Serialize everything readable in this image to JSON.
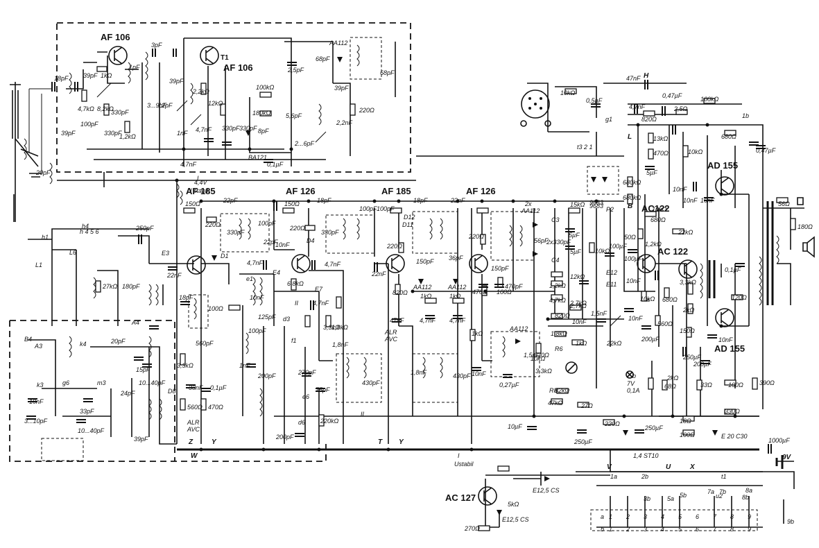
{
  "transistors": [
    "AF 106",
    "T1",
    "AF 106",
    "AF 185",
    "AF 126",
    "AF 185",
    "AF 126",
    "AC122",
    "AC 122",
    "AD 155",
    "AD 155",
    "AC 127"
  ],
  "diodes": [
    "AA112",
    "BA121",
    "D1",
    "D12",
    "AA112",
    "AA112",
    "2x",
    "AA112",
    "AA112",
    "9683",
    "E12,5 CS",
    "E12,5 CS",
    "E 20 C30",
    "1,4 ST10",
    "7V",
    "0,1A",
    "D8",
    "D4",
    "D11"
  ],
  "resistors": [
    "1kΩ",
    "4,7kΩ",
    "8,2kΩ",
    "1,2kΩ",
    "2,2kΩ",
    "12kΩ",
    "100kΩ",
    "180kΩ",
    "220Ω",
    "10kΩ",
    "150Ω",
    "220Ω",
    "150Ω",
    "220Ω",
    "220Ω",
    "220Ω",
    "27kΩ",
    "100Ω",
    "6,8kΩ",
    "3,3kΩ",
    "1,8kΩ",
    "3,3kΩ",
    "560Ω",
    "470Ω",
    "1kΩ",
    "1kΩ",
    "1kΩ",
    "820Ω",
    "470Ω",
    "100Ω",
    "10kΩ",
    "15kΩ",
    "12kΩ",
    "1,2kΩ",
    "4,7kΩ",
    "2,7kΩ",
    "820Ω",
    "1,8kΩ",
    "1kΩ",
    "10kΩ",
    "3,3kΩ",
    "82kΩ",
    "47kΩ",
    "27Ω",
    "220Ω",
    "330Ω",
    "10kΩ",
    "100kΩ",
    "820Ω",
    "2,5Ω",
    "680Ω",
    "13kΩ",
    "470Ω",
    "10kΩ",
    "680kΩ",
    "680kΩ",
    "680Ω",
    "1,2kΩ",
    "22kΩ",
    "50Ω",
    "10kΩ",
    "3,3kΩ",
    "2kΩ",
    "680Ω",
    "560Ω",
    "150Ω",
    "33Ω",
    "68Ω",
    "100Ω",
    "18Ω",
    "100Ω",
    "390Ω",
    "330Ω",
    "56Ω",
    "180Ω",
    "120Ω",
    "2kΩ",
    "22kΩ",
    "2,7kΩ",
    "270Ω",
    "5kΩ",
    "220kΩ"
  ],
  "capacitors": [
    "18pF",
    "39pF",
    "100pF",
    "39pF",
    "330pF",
    "330pF",
    "1pF",
    "3pF",
    "3...9pF",
    "12pF",
    "39pF",
    "1nF",
    "4,7nF",
    "4,7nF",
    "330pF",
    "2,5pF",
    "330pF",
    "8pF",
    "5,6pF",
    "2...6pF",
    "0,1µF",
    "2,2nF",
    "39pF",
    "68pF",
    "68pF",
    "20pF",
    "22pF",
    "330pF",
    "100pF",
    "22pF",
    "18pF",
    "100pF",
    "330pF",
    "18pF",
    "22nF",
    "100pF",
    "150pF",
    "36pF",
    "150pF",
    "470pF",
    "56pF",
    "22nF",
    "47nF",
    "4,7nF",
    "4,7nF",
    "10nF",
    "4,7nF",
    "4,7nF",
    "4,7nF",
    "250pF",
    "22nF",
    "18pF",
    "180pF",
    "560pF",
    "33nF",
    "0,1µF",
    "1,8nF",
    "430pF",
    "1,8nF",
    "430pF",
    "10nF",
    "0,27µF",
    "1,5nF",
    "10nF",
    "1,5nF",
    "10nF",
    "100µF",
    "10µF",
    "250µF",
    "250µF",
    "1000µF",
    "0,47µF",
    "47nF",
    "0,5µF",
    "0,47µF",
    "4,7nF",
    "5µF",
    "5µF",
    "5µF",
    "2x330pF",
    "10nF",
    "10nF",
    "10nF",
    "100µF",
    "200µF",
    "200µF",
    "250µF",
    "0,1µF",
    "10nF",
    "10nF",
    "125pF",
    "100pF",
    "200pF",
    "270pF",
    "75pF",
    "200pF",
    "1nF",
    "10nF",
    "20pF",
    "15pF",
    "10...40pF",
    "24pF",
    "33pF",
    "10...40pF",
    "39pF",
    "3...10pF",
    "10nF"
  ],
  "labels": [
    "4,4V",
    "U stabil.",
    "ALR",
    "AVC",
    "ALR",
    "AVC",
    "I",
    "I",
    "II",
    "II",
    "Ustabil",
    "H",
    "L",
    "B",
    "P2",
    "E3",
    "E4",
    "E7",
    "E11",
    "E12",
    "R6",
    "R8",
    "C3",
    "C4",
    "W",
    "Z",
    "Y",
    "T",
    "Y",
    "V",
    "U",
    "X",
    "a",
    "b",
    "1a",
    "1b",
    "2b",
    "3b",
    "5a",
    "5b",
    "7a",
    "7b",
    "8a",
    "8b",
    "9b",
    "9V",
    "t1",
    "u2",
    "g1",
    "h1",
    "h4",
    "L1",
    "L6",
    "A3",
    "A4",
    "B4",
    "k3",
    "k4",
    "g6",
    "m3",
    "e1",
    "e6",
    "d3",
    "d6",
    "f1",
    "h 4 5 6",
    "t3 2 1",
    "9683"
  ]
}
